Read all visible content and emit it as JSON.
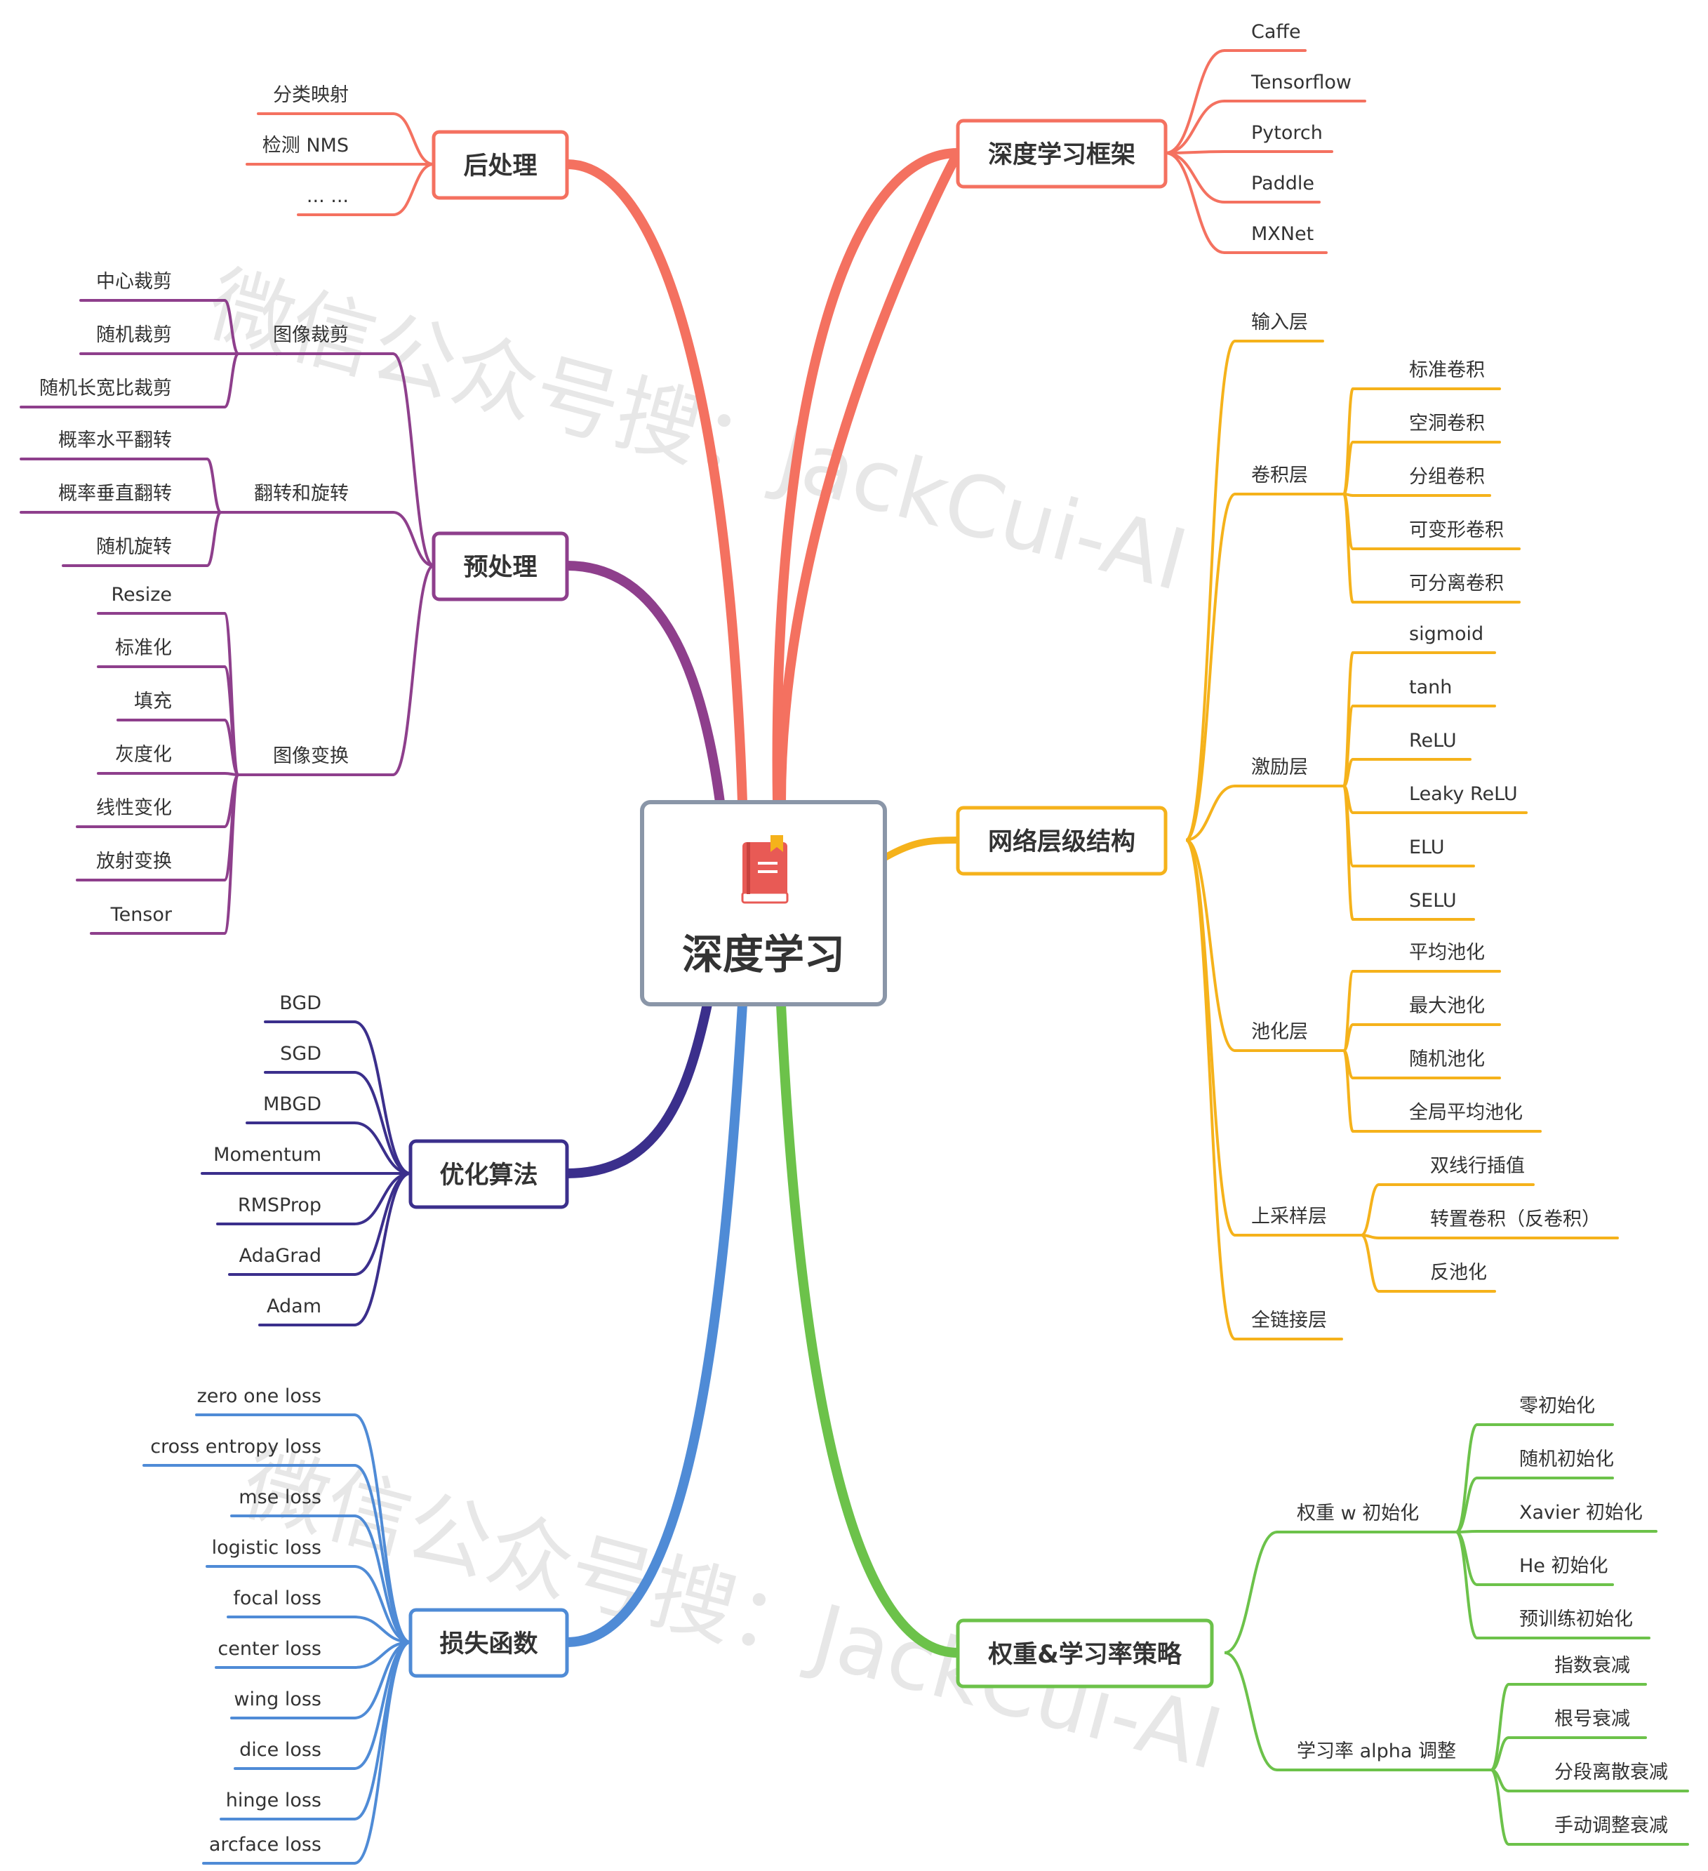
{
  "root": {
    "label": "深度学习",
    "icon": "book-icon"
  },
  "watermark": "微信公众号搜：JackCui-AI",
  "colors": {
    "root_border": "#8a96a8",
    "framework": "#f47160",
    "network": "#f5b21b",
    "postprocess": "#f47160",
    "preprocess": "#8e3f8c",
    "optimizer": "#3b2f8c",
    "loss": "#4f8bd6",
    "weights": "#6cc24a"
  },
  "branches": {
    "framework": {
      "label": "深度学习框架",
      "items": [
        "Caffe",
        "Tensorflow",
        "Pytorch",
        "Paddle",
        "MXNet"
      ]
    },
    "network": {
      "label": "网络层级结构",
      "groups": [
        {
          "label": "输入层",
          "items": []
        },
        {
          "label": "卷积层",
          "items": [
            "标准卷积",
            "空洞卷积",
            "分组卷积",
            "可变形卷积",
            "可分离卷积"
          ]
        },
        {
          "label": "激励层",
          "items": [
            "sigmoid",
            "tanh",
            "ReLU",
            "Leaky ReLU",
            "ELU",
            "SELU"
          ]
        },
        {
          "label": "池化层",
          "items": [
            "平均池化",
            "最大池化",
            "随机池化",
            "全局平均池化"
          ]
        },
        {
          "label": "上采样层",
          "items": [
            "双线行插值",
            "转置卷积（反卷积）",
            "反池化"
          ]
        },
        {
          "label": "全链接层",
          "items": []
        }
      ]
    },
    "weights": {
      "label": "权重&学习率策略",
      "groups": [
        {
          "label": "权重 w 初始化",
          "items": [
            "零初始化",
            "随机初始化",
            "Xavier 初始化",
            "He 初始化",
            "预训练初始化"
          ]
        },
        {
          "label": "学习率 alpha 调整",
          "items": [
            "指数衰减",
            "根号衰减",
            "分段离散衰减",
            "手动调整衰减"
          ]
        }
      ]
    },
    "postprocess": {
      "label": "后处理",
      "items": [
        "分类映射",
        "检测 NMS",
        "... ..."
      ]
    },
    "preprocess": {
      "label": "预处理",
      "groups": [
        {
          "label": "图像裁剪",
          "items": [
            "中心裁剪",
            "随机裁剪",
            "随机长宽比裁剪"
          ]
        },
        {
          "label": "翻转和旋转",
          "items": [
            "概率水平翻转",
            "概率垂直翻转",
            "随机旋转"
          ]
        },
        {
          "label": "图像变换",
          "items": [
            "Resize",
            "标准化",
            "填充",
            "灰度化",
            "线性变化",
            "放射变换",
            "Tensor"
          ]
        }
      ]
    },
    "optimizer": {
      "label": "优化算法",
      "items": [
        "BGD",
        "SGD",
        "MBGD",
        "Momentum",
        "RMSProp",
        "AdaGrad",
        "Adam"
      ]
    },
    "loss": {
      "label": "损失函数",
      "items": [
        "zero one loss",
        "cross entropy loss",
        "mse loss",
        "logistic loss",
        "focal loss",
        "center loss",
        "wing loss",
        "dice loss",
        "hinge loss",
        "arcface loss"
      ]
    }
  }
}
